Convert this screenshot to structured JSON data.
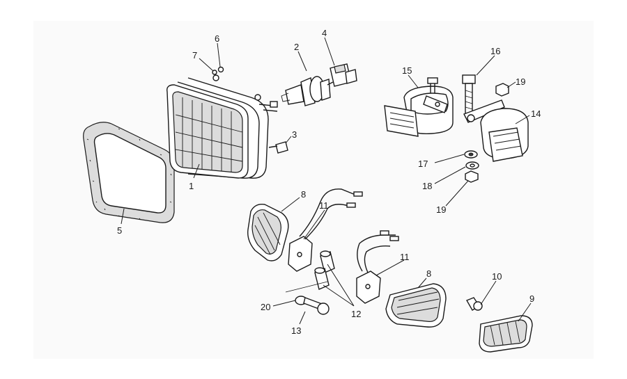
{
  "diagram": {
    "callouts": [
      {
        "id": "c1",
        "label": "1"
      },
      {
        "id": "c2",
        "label": "2"
      },
      {
        "id": "c3",
        "label": "3"
      },
      {
        "id": "c4",
        "label": "4"
      },
      {
        "id": "c5",
        "label": "5"
      },
      {
        "id": "c6",
        "label": "6"
      },
      {
        "id": "c7",
        "label": "7"
      },
      {
        "id": "c8a",
        "label": "8"
      },
      {
        "id": "c8b",
        "label": "8"
      },
      {
        "id": "c9",
        "label": "9"
      },
      {
        "id": "c10",
        "label": "10"
      },
      {
        "id": "c11a",
        "label": "11"
      },
      {
        "id": "c11b",
        "label": "11"
      },
      {
        "id": "c12",
        "label": "12"
      },
      {
        "id": "c13",
        "label": "13"
      },
      {
        "id": "c14",
        "label": "14"
      },
      {
        "id": "c15",
        "label": "15"
      },
      {
        "id": "c16",
        "label": "16"
      },
      {
        "id": "c17",
        "label": "17"
      },
      {
        "id": "c18",
        "label": "18"
      },
      {
        "id": "c19a",
        "label": "19"
      },
      {
        "id": "c19b",
        "label": "19"
      },
      {
        "id": "c20",
        "label": "20"
      }
    ]
  }
}
